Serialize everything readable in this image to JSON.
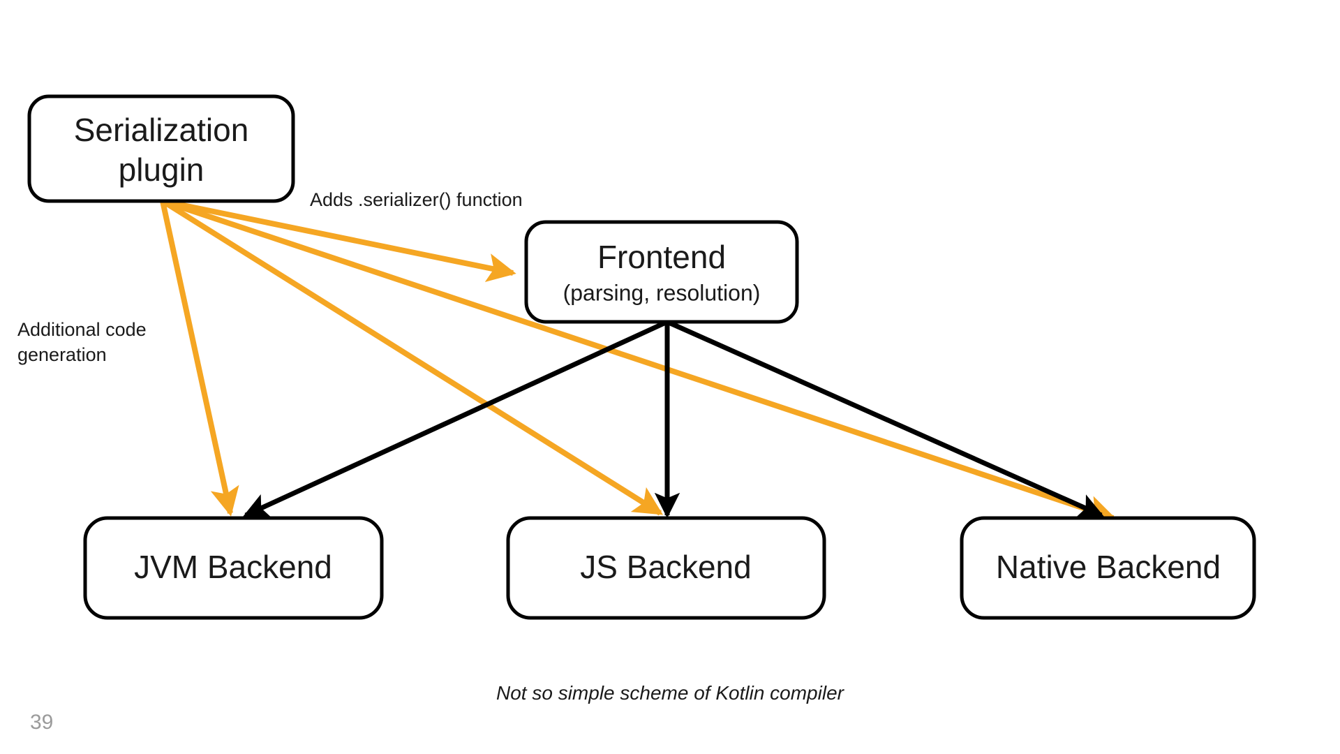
{
  "slide": {
    "page_number": "39",
    "caption": "Not so simple scheme of Kotlin compiler",
    "background_color": "#FFFFFF"
  },
  "colors": {
    "plugin_edge": "#F5A623",
    "compiler_edge": "#000000",
    "box_stroke": "#000000",
    "box_fill": "#FFFFFF",
    "text": "#1A1A1A",
    "page_number": "#9B9B9B"
  },
  "nodes": [
    {
      "id": "serialization-plugin",
      "title": "Serialization",
      "title_line2": "plugin",
      "subtitle": ""
    },
    {
      "id": "frontend",
      "title": "Frontend",
      "title_line2": "",
      "subtitle": "(parsing, resolution)"
    },
    {
      "id": "jvm-backend",
      "title": "JVM Backend",
      "title_line2": "",
      "subtitle": ""
    },
    {
      "id": "js-backend",
      "title": "JS Backend",
      "title_line2": "",
      "subtitle": ""
    },
    {
      "id": "native-backend",
      "title": "Native Backend",
      "title_line2": "",
      "subtitle": ""
    }
  ],
  "edge_labels": {
    "adds_serializer": "Adds .serializer() function",
    "additional_code_line1": "Additional code",
    "additional_code_line2": "generation"
  },
  "edges": [
    {
      "id": "plugin-to-frontend",
      "from": "serialization-plugin",
      "to": "frontend",
      "color": "#F5A623",
      "label": "Adds .serializer() function"
    },
    {
      "id": "plugin-to-jvm",
      "from": "serialization-plugin",
      "to": "jvm-backend",
      "color": "#F5A623",
      "label": "Additional code generation"
    },
    {
      "id": "plugin-to-js",
      "from": "serialization-plugin",
      "to": "js-backend",
      "color": "#F5A623",
      "label": ""
    },
    {
      "id": "plugin-to-native",
      "from": "serialization-plugin",
      "to": "native-backend",
      "color": "#F5A623",
      "label": ""
    },
    {
      "id": "frontend-to-jvm",
      "from": "frontend",
      "to": "jvm-backend",
      "color": "#000000",
      "label": ""
    },
    {
      "id": "frontend-to-js",
      "from": "frontend",
      "to": "js-backend",
      "color": "#000000",
      "label": ""
    },
    {
      "id": "frontend-to-native",
      "from": "frontend",
      "to": "native-backend",
      "color": "#000000",
      "label": ""
    }
  ]
}
